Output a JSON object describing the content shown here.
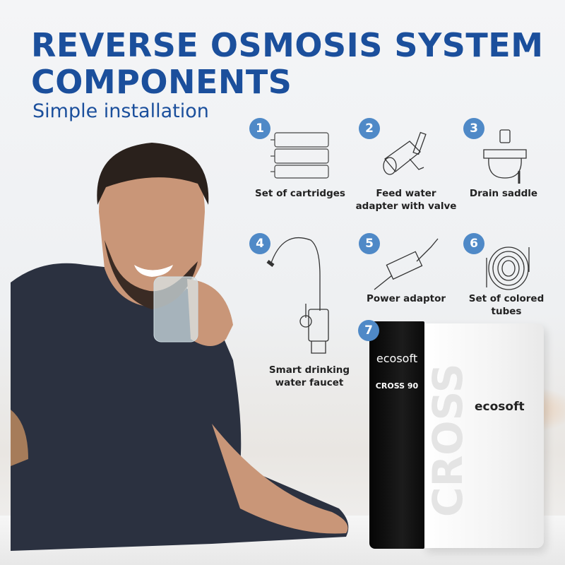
{
  "header": {
    "title_line1": "REVERSE OSMOSIS SYSTEM",
    "title_line2": "COMPONENTS",
    "subtitle": "Simple installation"
  },
  "colors": {
    "title": "#1b4f9c",
    "badge": "#4f89c7"
  },
  "components": [
    {
      "number": "1",
      "label_line1": "Set of cartridges",
      "label_line2": "",
      "icon": "cartridges-icon"
    },
    {
      "number": "2",
      "label_line1": "Feed water",
      "label_line2": "adapter with valve",
      "icon": "valve-adapter-icon"
    },
    {
      "number": "3",
      "label_line1": "Drain saddle",
      "label_line2": "",
      "icon": "drain-saddle-icon"
    },
    {
      "number": "4",
      "label_line1": "Smart drinking",
      "label_line2": "water faucet",
      "icon": "faucet-icon"
    },
    {
      "number": "5",
      "label_line1": "Power adaptor",
      "label_line2": "",
      "icon": "power-adaptor-icon"
    },
    {
      "number": "6",
      "label_line1": "Set of colored",
      "label_line2": "tubes",
      "icon": "tubes-coil-icon"
    },
    {
      "number": "7",
      "icon": "ro-unit"
    }
  ],
  "device": {
    "brand": "ecosoft",
    "model": "CROSS 90",
    "side_text": "CROSS",
    "side_brand": "ecosoft"
  }
}
